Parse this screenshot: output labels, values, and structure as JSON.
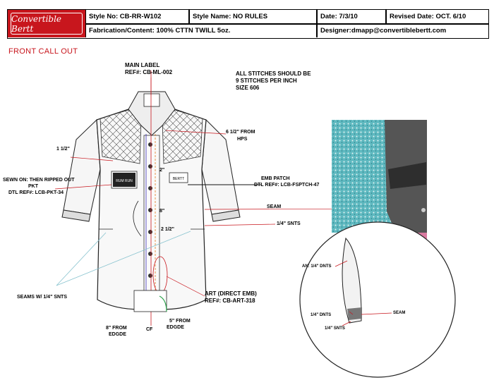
{
  "header": {
    "logo_text": "Convertible Bertt",
    "style_no": "Style No: CB-RR-W102",
    "style_name": "Style Name: NO RULES",
    "date": "Date: 7/3/10",
    "revised_date": "Revised Date: OCT. 6/10",
    "fabrication": "Fabrication/Content: 100% CTTN TWILL 5oz.",
    "designer": "Designer:dmapp@convertiblebertt.com"
  },
  "page_title": "FRONT  CALL OUT",
  "labels": {
    "main_label_title": "MAIN LABEL",
    "main_label_ref": "REF#: CB-ML-002",
    "stitch_note_1": "ALL STITCHES SHOULD BE",
    "stitch_note_2": "9 STITCHES PER INCH",
    "stitch_note_3": "SIZE 606",
    "from_hps_1": "6 1/2\" FROM",
    "from_hps_2": "HPS",
    "one_half": "1 1/2\"",
    "two_in": "2\"",
    "sewn_on_1": "SEWN ON: THEN RIPPED OUT",
    "sewn_on_2": "PKT",
    "sewn_on_3": "DTL REF#: LCB-PKT-34",
    "emb_patch_1": "EMB PATCH",
    "emb_patch_2": "DTL REF#: LCB-FSPTCH-47",
    "seam": "SEAM",
    "eight_in": "8\"",
    "two_half": "2 1/2\"",
    "quarter_snts": "1/4\" SNTS",
    "seams_w": "SEAMS W/ 1/4\" SNTS",
    "art_1": "ART (DIRECT EMB)",
    "art_2": "REF#: CB-ART-318",
    "eight_from_1": "8\" FROM",
    "eight_from_2": "EDGDE",
    "cf": "CF",
    "five_from_1": "5\" FROM",
    "five_from_2": "EDGDE",
    "detail_an": "AN: 1/4\" DNTS",
    "detail_dnts": "1/4\" DNTS",
    "detail_seam": "SEAM",
    "detail_snts": "1/4\" SNTS",
    "patch_text_1": "RUM RUN",
    "patch_text_2": "BERTT"
  },
  "colors": {
    "brand": "#c8161d",
    "photo_teal": "#5fb9c0",
    "photo_pink": "#d97aa0"
  }
}
